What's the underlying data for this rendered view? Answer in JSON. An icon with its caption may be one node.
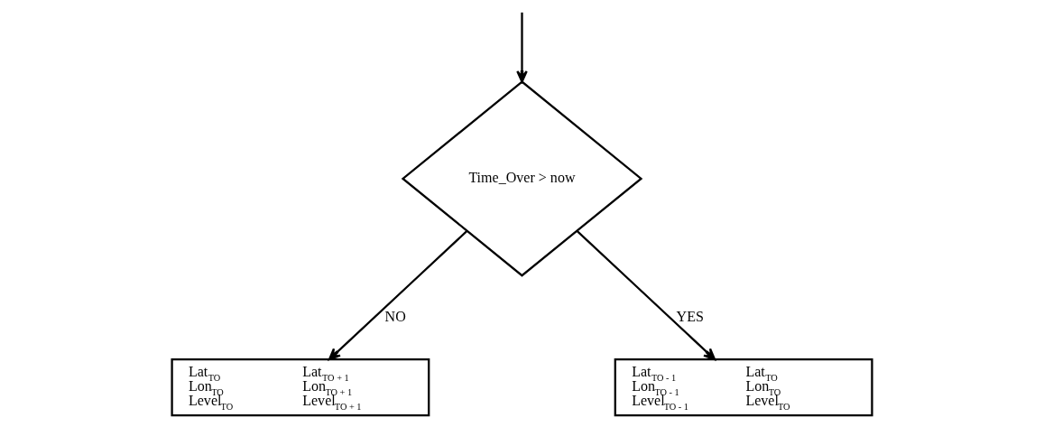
{
  "diagram": {
    "nodes": [
      {
        "text": [
          "Time_Over > now"
        ]
      },
      {
        "text": [
          "Lat$_{TO}$ Lon$_{TO}$ Level$_{TO}$",
          "Lat$_{TO + 1}$ Lon$_{TO + 1}$ Level$_{TO + 1}$"
        ]
      },
      {
        "text": [
          "Lat$_{TO - 1}$ Lon$_{TO - 1}$ Level$_{TO - 1}$",
          "Lat$_{TO}$ Lon$_{TO}$ Level$_{TO}$"
        ]
      }
    ],
    "edges": [
      {
        "from": null,
        "to": 0,
        "arrow": "to"
      },
      {
        "from": 0,
        "to": 1,
        "label": "NO",
        "arrow": "to"
      },
      {
        "from": 0,
        "to": 2,
        "label": "YES",
        "arrow": "to"
      }
    ]
  }
}
